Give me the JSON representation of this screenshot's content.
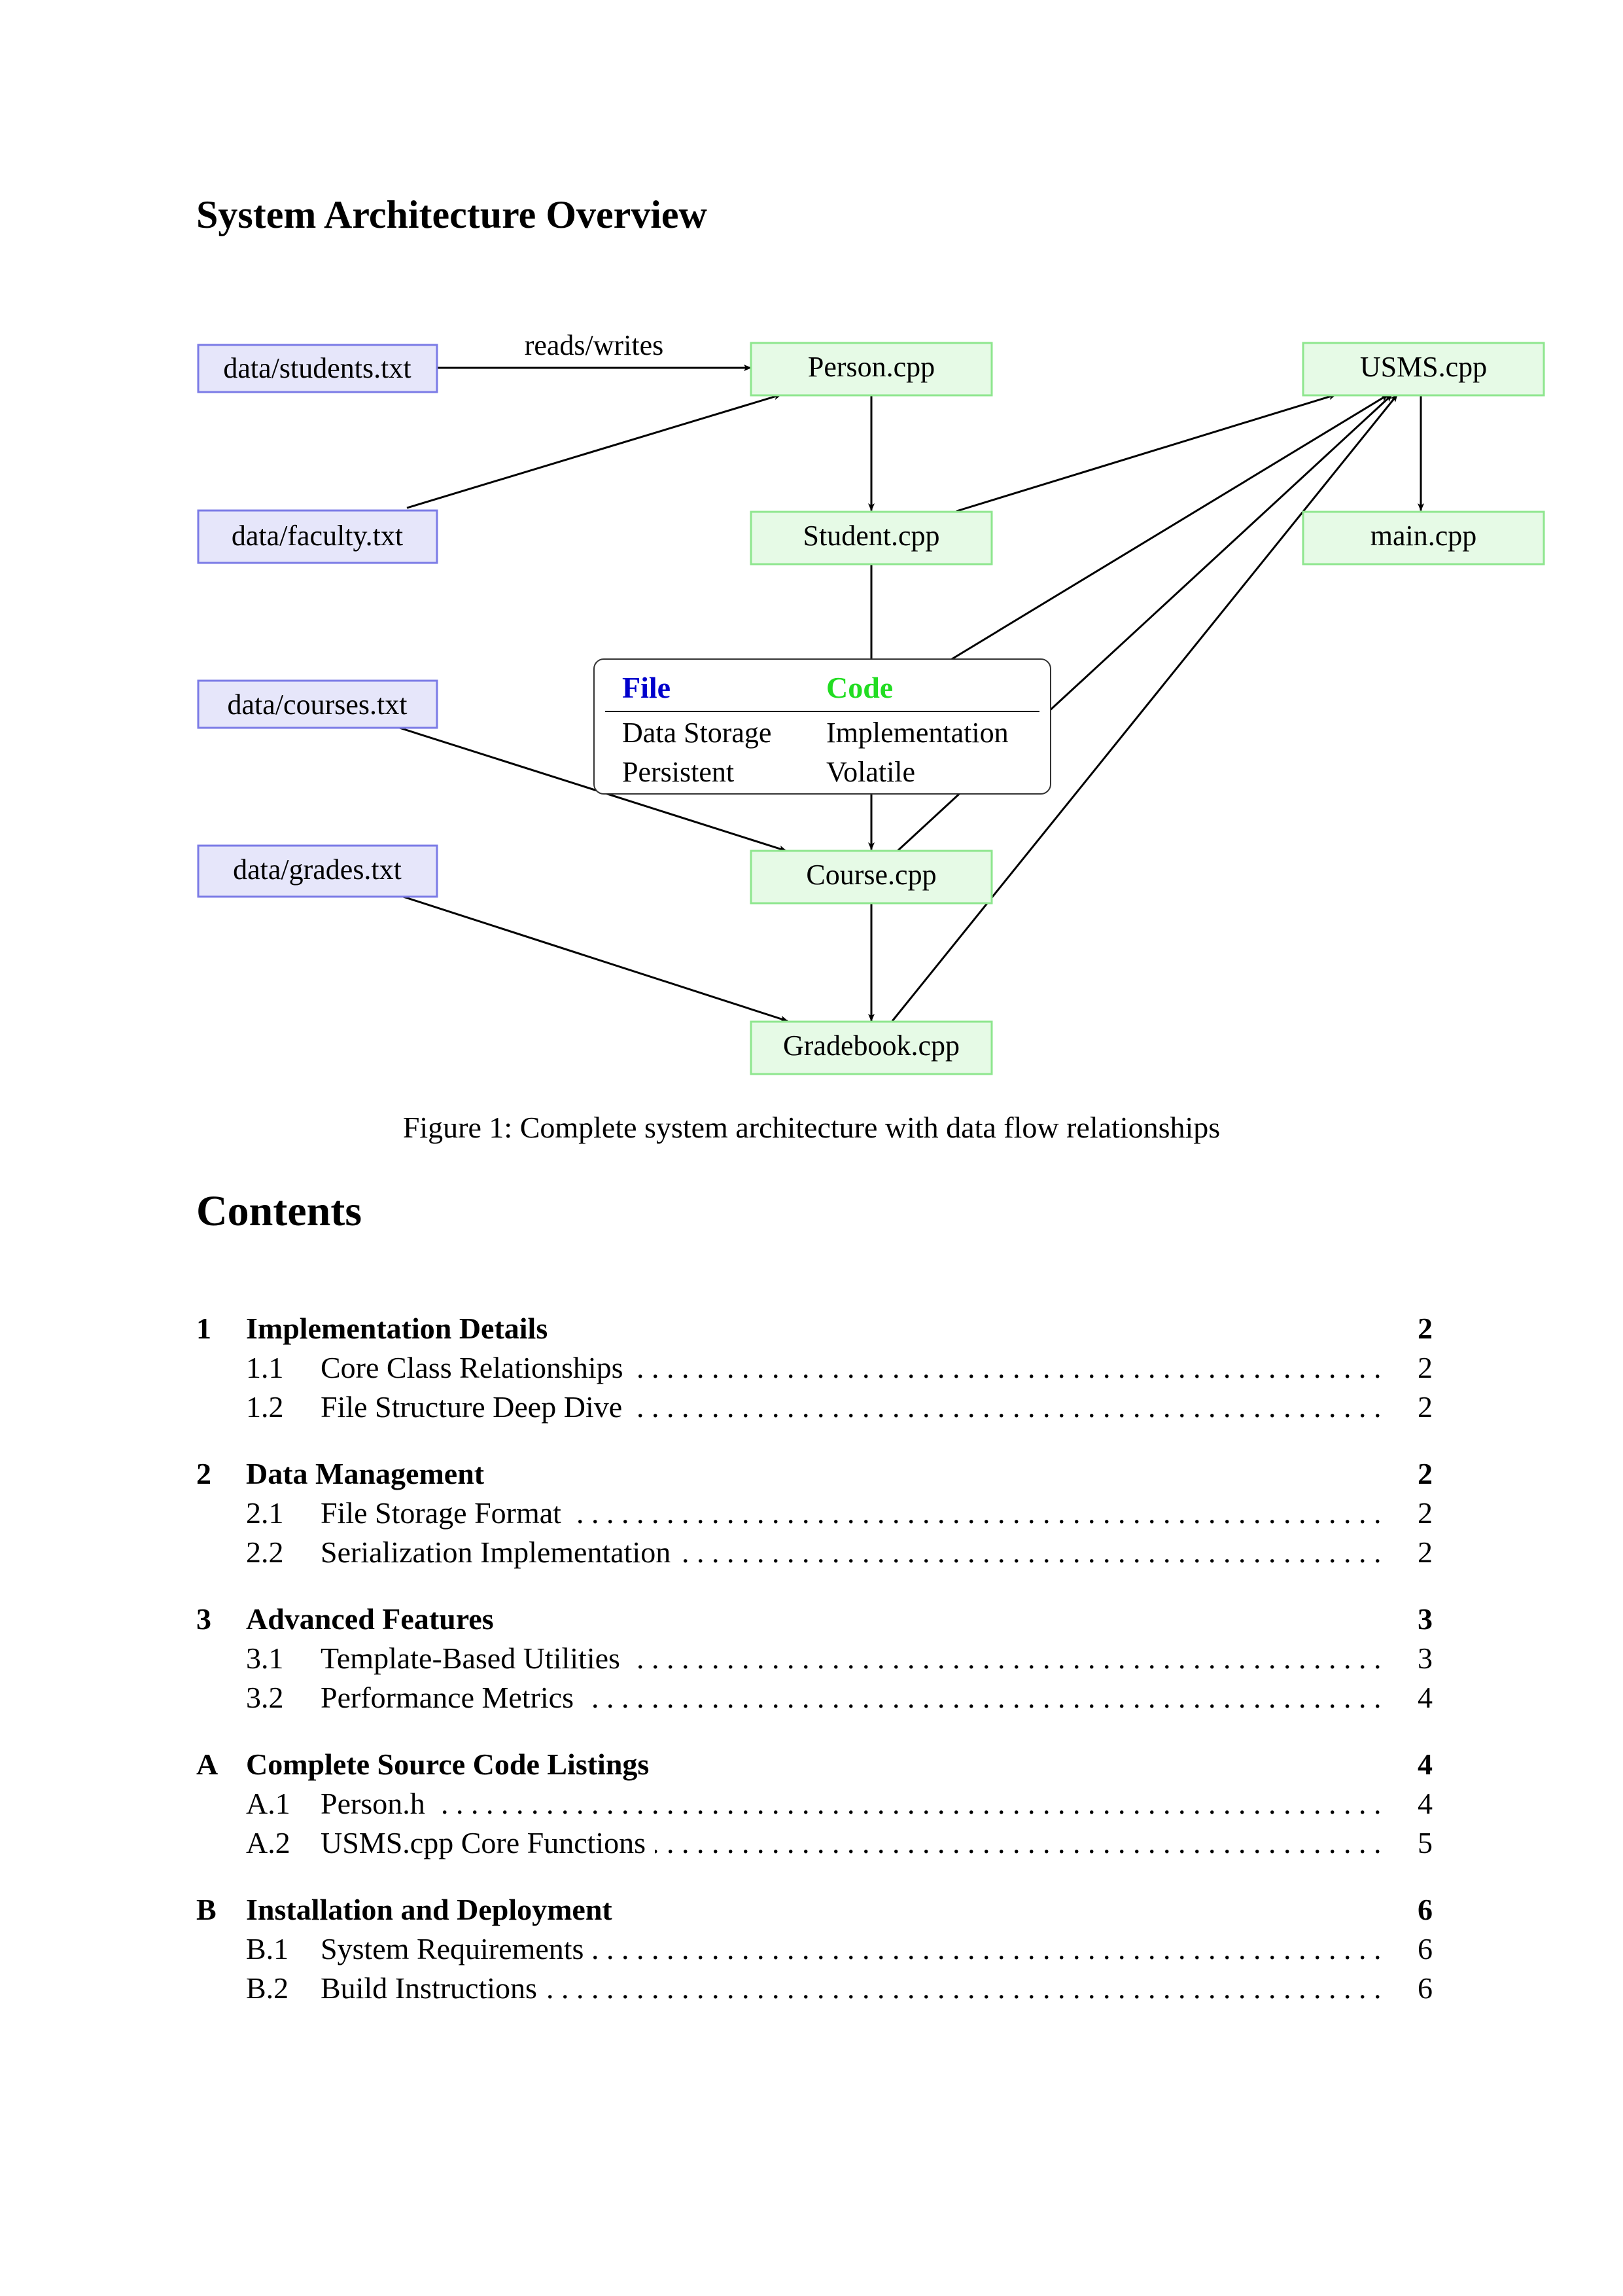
{
  "architecture": {
    "title": "System Architecture Overview",
    "edge_label": "reads/writes",
    "data_files": [
      "data/students.txt",
      "data/faculty.txt",
      "data/courses.txt",
      "data/grades.txt"
    ],
    "code_files": {
      "person": "Person.cpp",
      "student": "Student.cpp",
      "course": "Course.cpp",
      "gradebook": "Gradebook.cpp",
      "usms": "USMS.cpp",
      "main": "main.cpp"
    },
    "colors": {
      "data_fill": "#e6e6fa",
      "data_stroke": "#7b7be6",
      "code_fill": "#e6fae6",
      "code_stroke": "#8ee68e",
      "legend_file": "#0000cc",
      "legend_code": "#22dd22"
    },
    "legend": {
      "header_file": "File",
      "header_code": "Code",
      "rows": [
        {
          "file": "Data Storage",
          "code": "Implementation"
        },
        {
          "file": "Persistent",
          "code": "Volatile"
        }
      ]
    },
    "caption": "Figure 1: Complete system architecture with data flow relationships"
  },
  "contents": {
    "title": "Contents",
    "sections": [
      {
        "num": "1",
        "title": "Implementation Details",
        "page": "2",
        "subsections": [
          {
            "num": "1.1",
            "title": "Core Class Relationships",
            "page": "2"
          },
          {
            "num": "1.2",
            "title": "File Structure Deep Dive",
            "page": "2"
          }
        ]
      },
      {
        "num": "2",
        "title": "Data Management",
        "page": "2",
        "subsections": [
          {
            "num": "2.1",
            "title": "File Storage Format",
            "page": "2"
          },
          {
            "num": "2.2",
            "title": "Serialization Implementation",
            "page": "2"
          }
        ]
      },
      {
        "num": "3",
        "title": "Advanced Features",
        "page": "3",
        "subsections": [
          {
            "num": "3.1",
            "title": "Template-Based Utilities",
            "page": "3"
          },
          {
            "num": "3.2",
            "title": "Performance Metrics",
            "page": "4"
          }
        ]
      },
      {
        "num": "A",
        "title": "Complete Source Code Listings",
        "page": "4",
        "subsections": [
          {
            "num": "A.1",
            "title": "Person.h",
            "page": "4"
          },
          {
            "num": "A.2",
            "title": "USMS.cpp Core Functions",
            "page": "5"
          }
        ]
      },
      {
        "num": "B",
        "title": "Installation and Deployment",
        "page": "6",
        "subsections": [
          {
            "num": "B.1",
            "title": "System Requirements",
            "page": "6"
          },
          {
            "num": "B.2",
            "title": "Build Instructions",
            "page": "6"
          }
        ]
      }
    ]
  }
}
